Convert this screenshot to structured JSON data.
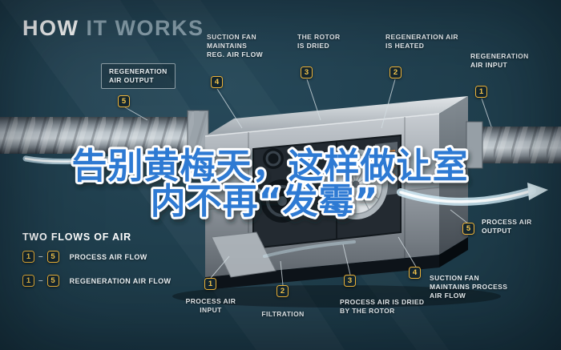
{
  "title": {
    "how": "HOW",
    "it_works": "IT WORKS"
  },
  "headline": {
    "line1": "告别黄梅天，这样做让室",
    "line2": "内不再“发霉”"
  },
  "callouts": {
    "regen_output": {
      "num": "5",
      "label": "REGENERATION\nAIR OUTPUT"
    },
    "suction_fan_reg": {
      "num": "4",
      "label": "SUCTION FAN\nMAINTAINS\nREG. AIR FLOW"
    },
    "rotor_dried": {
      "num": "3",
      "label": "THE ROTOR\nIS DRIED"
    },
    "regen_heated": {
      "num": "2",
      "label": "REGENERATION AIR\nIS HEATED"
    },
    "regen_input": {
      "num": "1",
      "label": "REGENERATION\nAIR INPUT"
    },
    "process_input": {
      "num": "1",
      "label": "PROCESS AIR\nINPUT"
    },
    "filtration": {
      "num": "2",
      "label": "FILTRATION"
    },
    "process_dried": {
      "num": "3",
      "label": "PROCESS AIR IS DRIED\nBY THE ROTOR"
    },
    "suction_fan_process": {
      "num": "4",
      "label": "SUCTION FAN\nMAINTAINS PROCESS\nAIR FLOW"
    },
    "process_output": {
      "num": "5",
      "label": "PROCESS AIR\nOUTPUT"
    }
  },
  "legend": {
    "title": "TWO FLOWS OF AIR",
    "separator": "–",
    "rows": [
      {
        "from": "1",
        "to": "5",
        "label": "PROCESS AIR FLOW"
      },
      {
        "from": "1",
        "to": "5",
        "label": "REGENERATION AIR FLOW"
      }
    ]
  },
  "colors": {
    "accent_gold": "#F1B73A",
    "headline_blue": "#2E7AD3",
    "flow_blue": "#CFEAF6",
    "background": "#1D3B49"
  }
}
